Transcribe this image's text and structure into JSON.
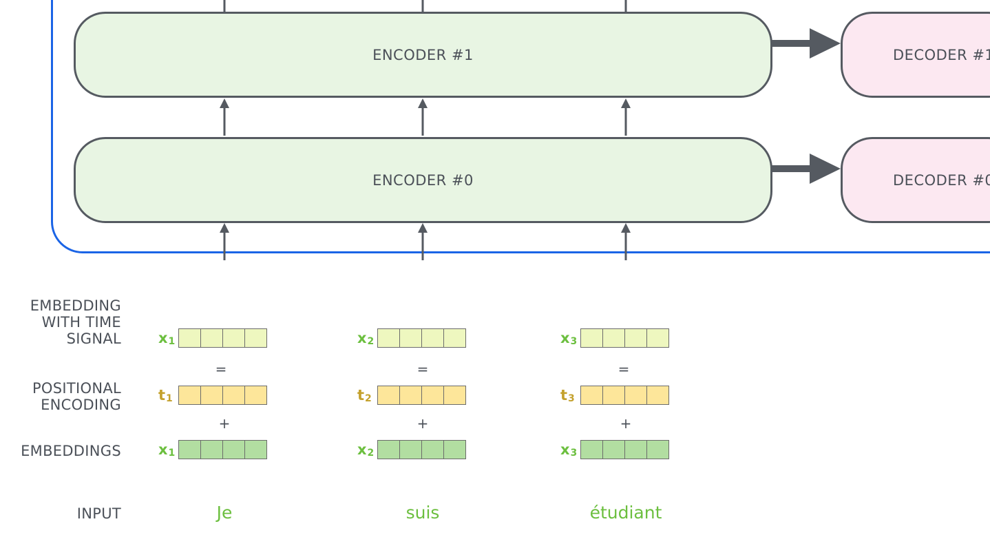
{
  "encoders": [
    {
      "label": "ENCODER #1"
    },
    {
      "label": "ENCODER #0"
    }
  ],
  "decoders": [
    {
      "label": "DECODER #1"
    },
    {
      "label": "DECODER #0"
    }
  ],
  "row_labels": {
    "embedding_with_time_signal": [
      "EMBEDDING",
      "WITH TIME",
      "SIGNAL"
    ],
    "positional_encoding": [
      "POSITIONAL",
      "ENCODING"
    ],
    "embeddings": "EMBEDDINGS",
    "input": "INPUT"
  },
  "tokens": [
    {
      "word": "Je",
      "x_base": "x",
      "x_sub": "1",
      "t_base": "t",
      "t_sub": "1"
    },
    {
      "word": "suis",
      "x_base": "x",
      "x_sub": "2",
      "t_base": "t",
      "t_sub": "2"
    },
    {
      "word": "étudiant",
      "x_base": "x",
      "x_sub": "3",
      "t_base": "t",
      "t_sub": "3"
    }
  ],
  "operators": {
    "equals": "=",
    "plus": "+"
  },
  "colors": {
    "frame_border": "#1a64e6",
    "encoder_fill": "#e8f5e3",
    "decoder_fill": "#fce8f1",
    "block_border": "#555a61",
    "embedding_with_time_cell": "#eef7bf",
    "positional_cell": "#fde69a",
    "embedding_cell": "#b2dea1",
    "green_text": "#6cbf3f",
    "gold_text": "#c4a12d"
  },
  "vector_cells": 4
}
